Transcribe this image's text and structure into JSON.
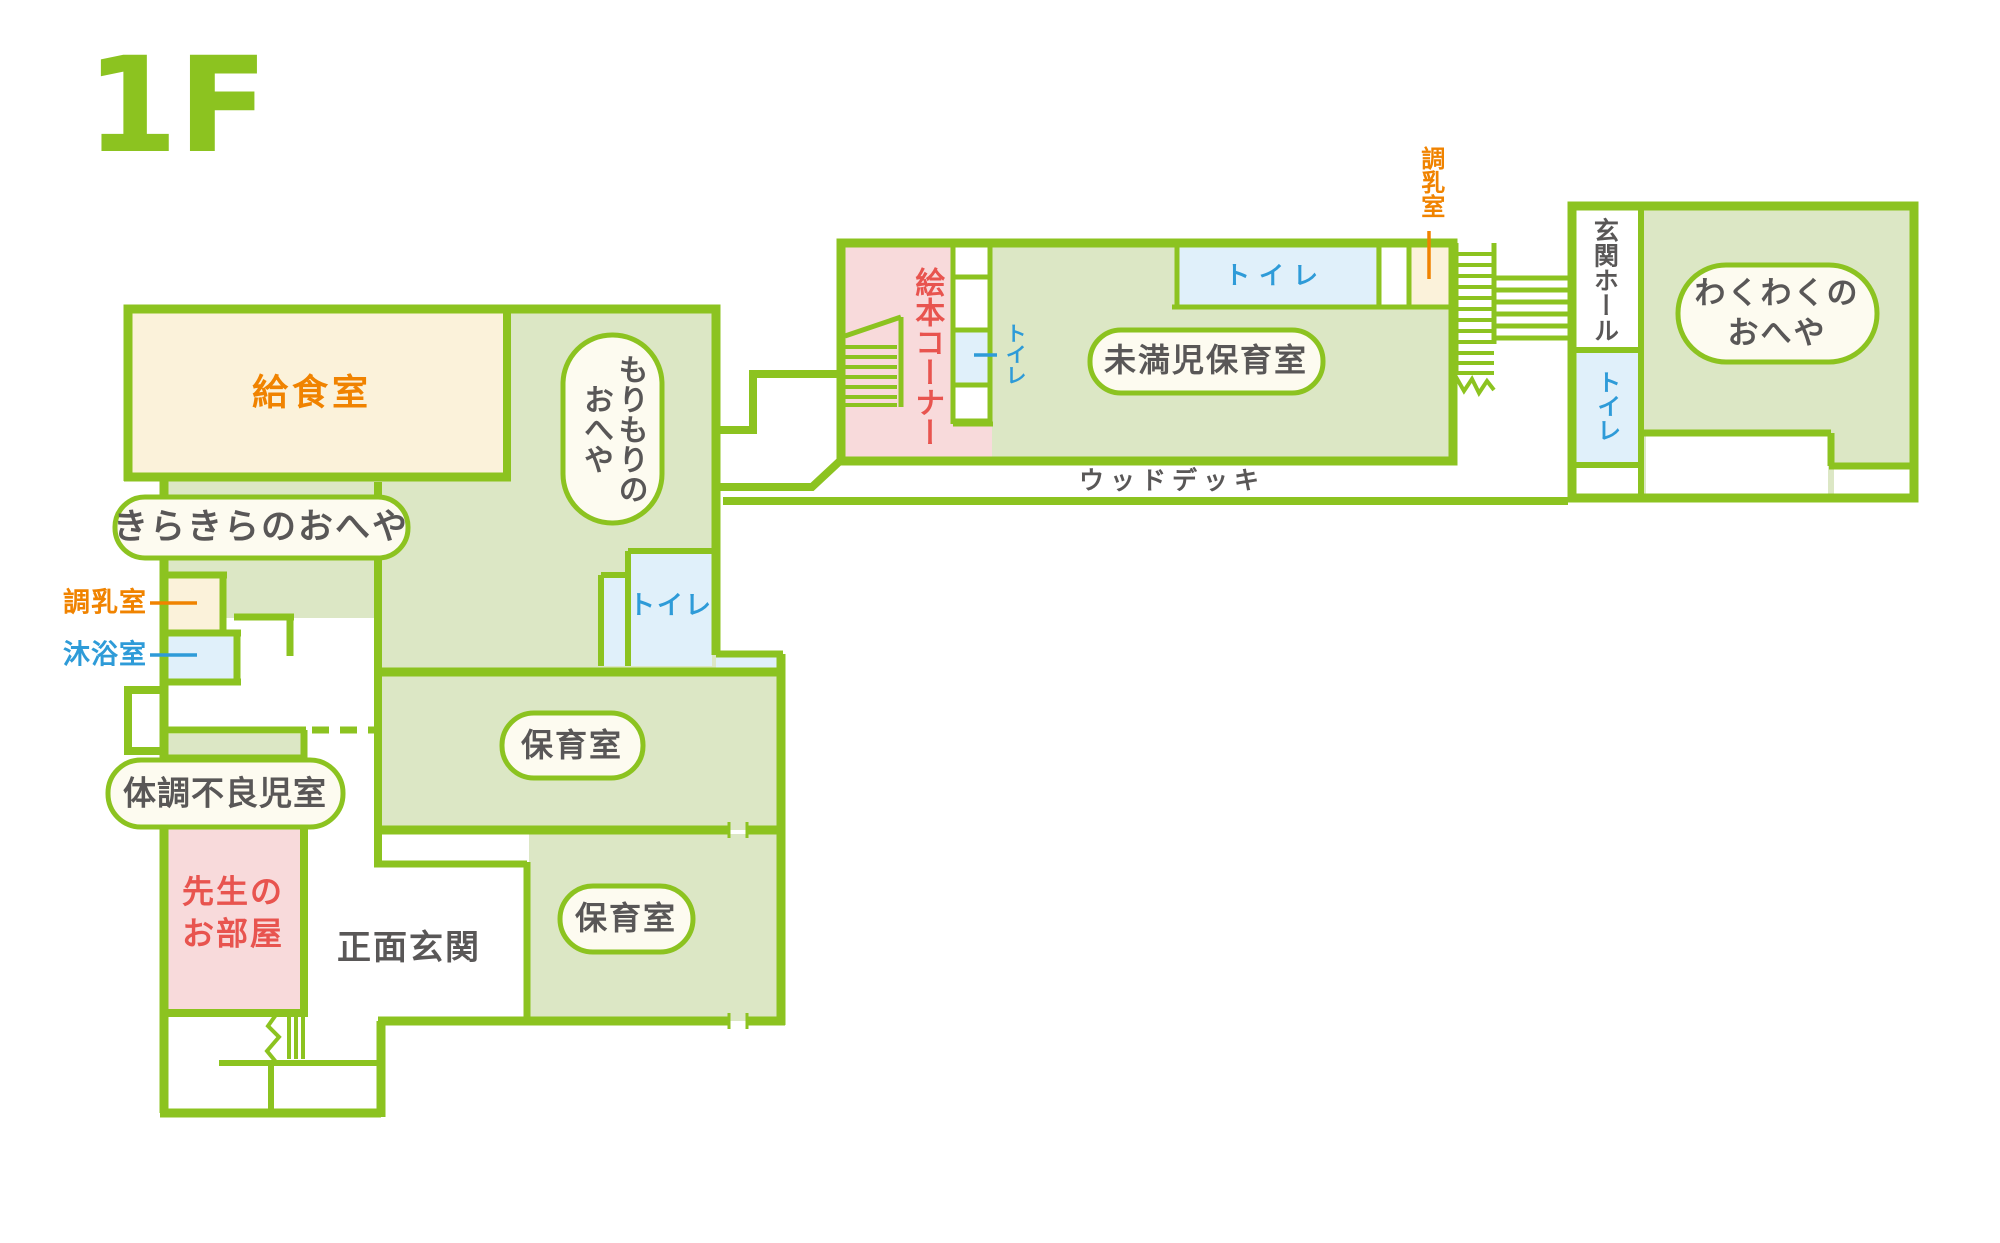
{
  "title": "1F nursery floor plan",
  "colors": {
    "wall_green": "#8CC320",
    "room_green": "#DCE7C5",
    "cream": "#FBF2DA",
    "pink": "#F8DADB",
    "light_blue": "#E0F0FA",
    "oval_fill": "#FDFBF0",
    "label_gray": "#595757",
    "label_orange": "#F08300",
    "label_blue": "#2E9BD8",
    "label_red": "#E8544F"
  },
  "labels": {
    "floor": "1F",
    "kitchen": "給食室",
    "kirakira_room": "きらきらのおへや",
    "milk_room_left": "調乳室",
    "bathing_room": "沐浴室",
    "sick_child_room": "体調不良児室",
    "teachers_room": "先生の\nお部屋",
    "main_entrance": "正面玄関",
    "nursery_room_1": "保育室",
    "nursery_room_2": "保育室",
    "toilet_left": "トイレ",
    "morimori_room": "もりもりの\nおへや",
    "picture_book_corner": "絵本コーナー",
    "toilet_small_cell": "トイレ",
    "infant_nursery_room": "未満児保育室",
    "toilet_middle": "トイレ",
    "milk_room_right": "調乳室",
    "wood_deck": "ウッドデッキ",
    "entrance_hall": "玄関ホール",
    "toilet_right": "トイレ",
    "wakuwaku_room": "わくわくの\nおへや"
  }
}
